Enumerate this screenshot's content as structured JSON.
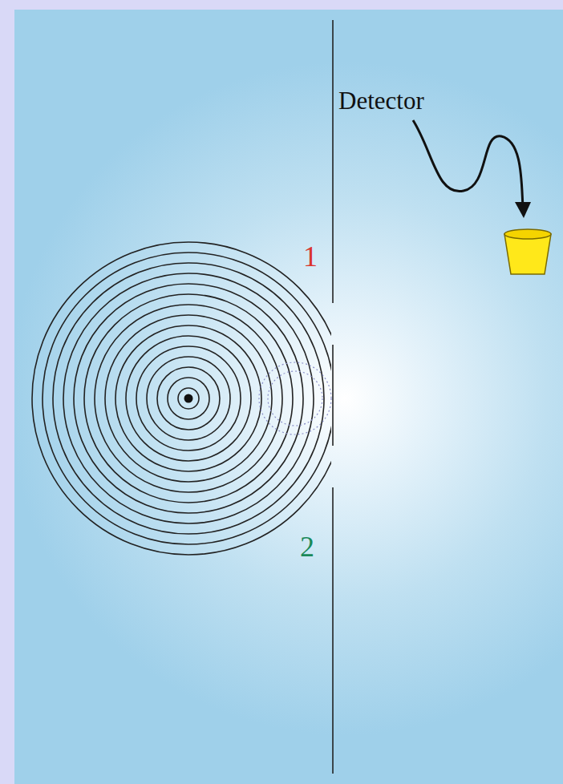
{
  "diagram": {
    "labels": [
      "Detector",
      "1",
      "2"
    ]
  }
}
